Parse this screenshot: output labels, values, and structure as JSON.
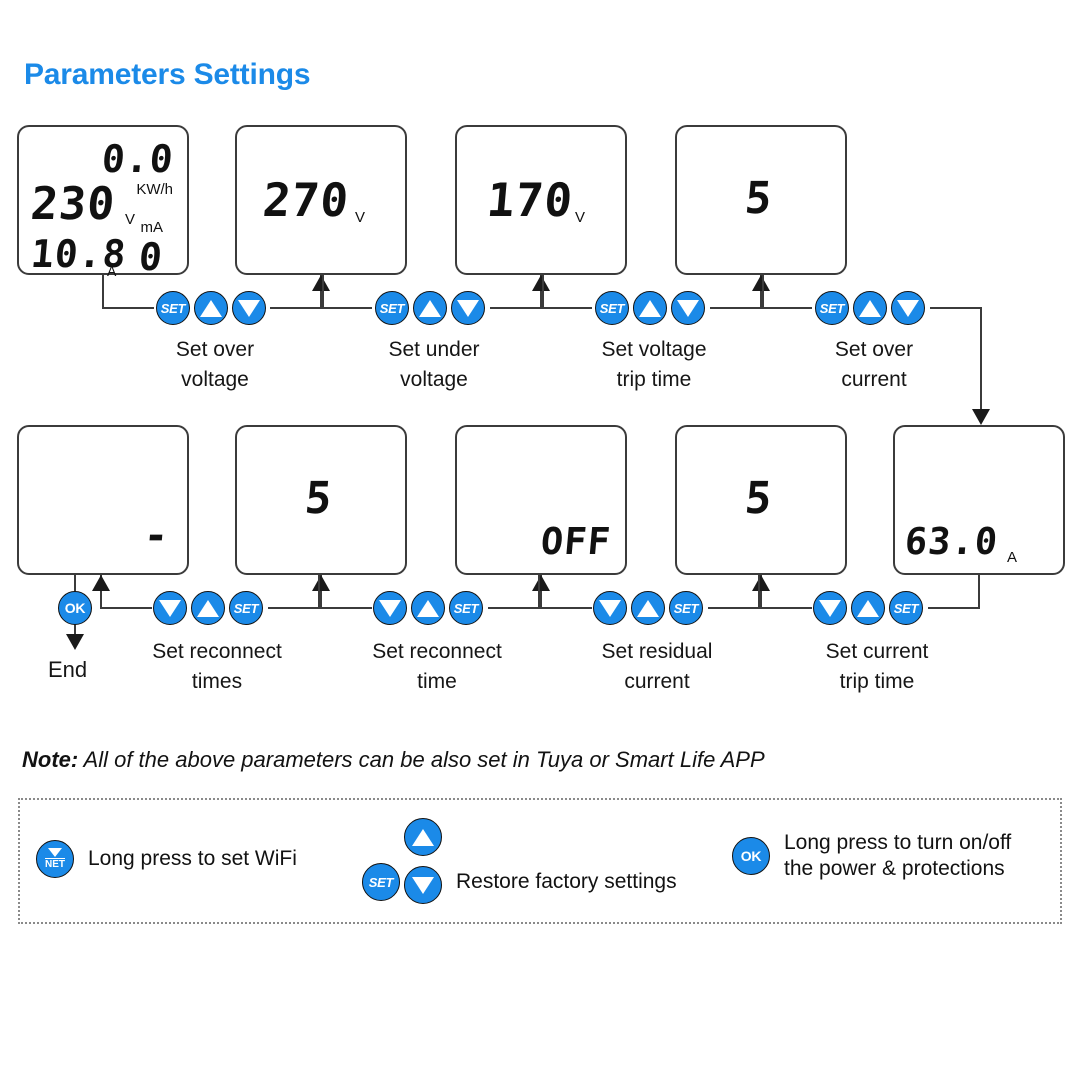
{
  "page": {
    "title": "Parameters Settings",
    "background": "#ffffff",
    "accent_color": "#1b8ae8",
    "line_color": "#3b3b3b"
  },
  "displays": {
    "home": {
      "energy_value": "0.0",
      "energy_unit": "KW/h",
      "voltage_value": "230",
      "voltage_unit": "V",
      "current_value": "10.8",
      "current_unit": "A",
      "leakage_unit": "mA",
      "leakage_value": "0"
    },
    "over_voltage": {
      "value": "270",
      "unit": "V"
    },
    "under_voltage": {
      "value": "170",
      "unit": "V"
    },
    "voltage_trip_time": {
      "value": "5",
      "unit": ""
    },
    "over_current": {
      "value": "63.0",
      "unit": "A"
    },
    "current_trip_time": {
      "value": "5",
      "unit": ""
    },
    "residual_current": {
      "value": "OFF",
      "unit": ""
    },
    "reconnect_time": {
      "value": "5",
      "unit": ""
    },
    "reconnect_times": {
      "value": "-",
      "unit": ""
    }
  },
  "steps": {
    "row1": [
      {
        "label_line1": "Set over",
        "label_line2": "voltage",
        "buttons": [
          "SET",
          "up",
          "down"
        ]
      },
      {
        "label_line1": "Set under",
        "label_line2": "voltage",
        "buttons": [
          "SET",
          "up",
          "down"
        ]
      },
      {
        "label_line1": "Set voltage",
        "label_line2": "trip time",
        "buttons": [
          "SET",
          "up",
          "down"
        ]
      },
      {
        "label_line1": "Set over",
        "label_line2": "current",
        "buttons": [
          "SET",
          "up",
          "down"
        ]
      }
    ],
    "row2": [
      {
        "label_line1": "Set reconnect",
        "label_line2": "times",
        "buttons": [
          "down",
          "up",
          "SET"
        ]
      },
      {
        "label_line1": "Set reconnect",
        "label_line2": "time",
        "buttons": [
          "down",
          "up",
          "SET"
        ]
      },
      {
        "label_line1": "Set residual",
        "label_line2": "current",
        "buttons": [
          "down",
          "up",
          "SET"
        ]
      },
      {
        "label_line1": "Set current",
        "label_line2": "trip time",
        "buttons": [
          "down",
          "up",
          "SET"
        ]
      }
    ],
    "end": {
      "button": "OK",
      "label": "End"
    }
  },
  "note": {
    "prefix": "Note:",
    "text": "All of the above parameters can be also set in Tuya or Smart Life APP"
  },
  "legend": {
    "items": [
      {
        "icon": "NET",
        "text_line1": "Long press to set WiFi",
        "text_line2": ""
      },
      {
        "icon": "SET+UP+DOWN",
        "text_line1": "Restore factory settings",
        "text_line2": ""
      },
      {
        "icon": "OK",
        "text_line1": "Long press to turn on/off",
        "text_line2": "the power & protections"
      }
    ]
  }
}
